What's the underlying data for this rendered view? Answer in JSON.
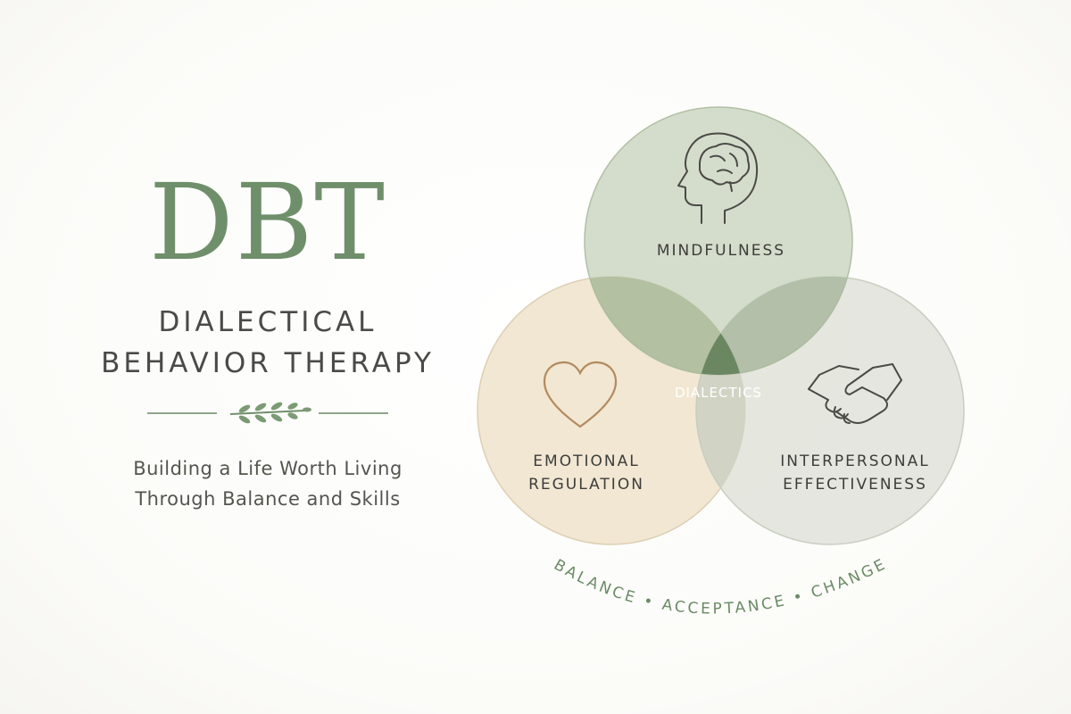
{
  "left": {
    "title": "DBT",
    "subtitle_line1": "DIALECTICAL",
    "subtitle_line2": "BEHAVIOR THERAPY",
    "tagline_line1": "Building a Life Worth Living",
    "tagline_line2": "Through Balance and Skills"
  },
  "venn": {
    "top": {
      "label": "MINDFULNESS",
      "icon": "brain-head-icon",
      "color": "#b9c7ad"
    },
    "left": {
      "label_line1": "EMOTIONAL",
      "label_line2": "REGULATION",
      "icon": "heart-icon",
      "color": "#ecdcc0"
    },
    "right": {
      "label_line1": "INTERPERSONAL",
      "label_line2": "EFFECTIVENESS",
      "icon": "handshake-icon",
      "color": "#d5d9cf"
    },
    "center": {
      "label": "DIALECTICS",
      "color": "#6a8762"
    }
  },
  "arc_text": "BALANCE • ACCEPTANCE • CHANGE",
  "colors": {
    "accent": "#6f8f6a",
    "heart": "#b38a5e",
    "text": "#3d3d3a"
  }
}
